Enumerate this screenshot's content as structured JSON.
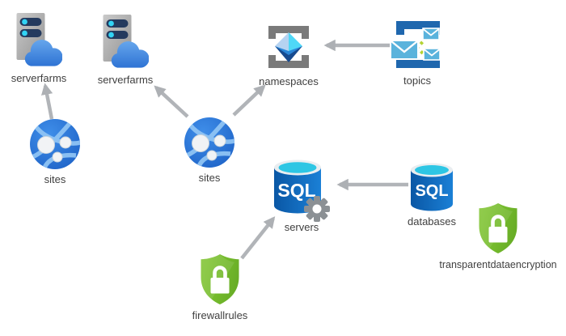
{
  "diagram": {
    "title": "azure-resource-dependency-diagram",
    "nodes": {
      "serverfarms1": {
        "label": "serverfarms",
        "icon": "app-service-plan-icon"
      },
      "serverfarms2": {
        "label": "serverfarms",
        "icon": "app-service-plan-icon"
      },
      "namespaces": {
        "label": "namespaces",
        "icon": "service-bus-namespace-icon"
      },
      "topics": {
        "label": "topics",
        "icon": "service-bus-topic-icon"
      },
      "sites1": {
        "label": "sites",
        "icon": "app-service-site-icon"
      },
      "sites2": {
        "label": "sites",
        "icon": "app-service-site-icon"
      },
      "servers": {
        "label": "servers",
        "icon": "sql-server-icon",
        "icon_text": "SQL"
      },
      "databases": {
        "label": "databases",
        "icon": "sql-database-icon",
        "icon_text": "SQL"
      },
      "firewallrules": {
        "label": "firewallrules",
        "icon": "shield-lock-icon"
      },
      "transparentdataencryption": {
        "label": "transparentdataencryption",
        "icon": "shield-lock-icon"
      }
    },
    "edges": [
      {
        "from": "sites1",
        "to": "serverfarms1"
      },
      {
        "from": "sites2",
        "to": "serverfarms2"
      },
      {
        "from": "sites2",
        "to": "namespaces"
      },
      {
        "from": "topics",
        "to": "namespaces"
      },
      {
        "from": "databases",
        "to": "servers"
      },
      {
        "from": "firewallrules",
        "to": "servers"
      }
    ],
    "colors": {
      "background": "#ffffff",
      "arrow_gray": "#b1b4b8",
      "cloud_blue": "#2e73d4",
      "globe_blue": "#2270d4",
      "sql_body_blue": "#1268b3",
      "sql_top_cyan": "#2ec6e4",
      "shield_green": "#76bc2d",
      "frame_gray": "#7a7a7a",
      "topics_blue": "#1f67ae",
      "envelope_blue": "#5ab3dc",
      "dash_green": "#b4d333",
      "server_slot_navy": "#243a5e",
      "slot_dot_cyan": "#32d4f5",
      "label_text": "#3f3f3f"
    }
  }
}
